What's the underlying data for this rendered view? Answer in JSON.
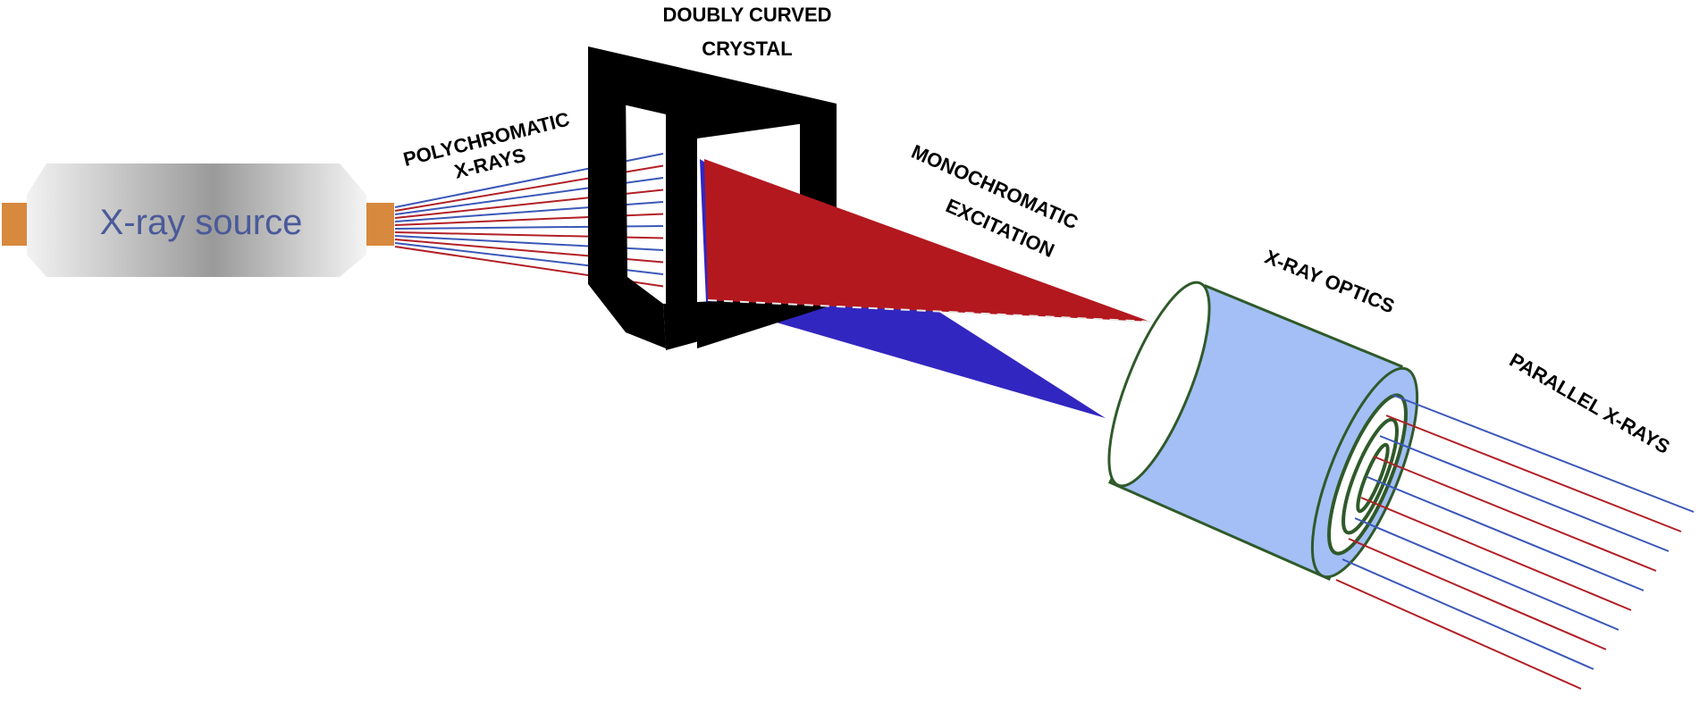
{
  "source": {
    "label": "X-ray source"
  },
  "labels": {
    "polychromatic_line1": "POLYCHROMATIC",
    "polychromatic_line2": "X-RAYS",
    "crystal_line1": "DOUBLY CURVED",
    "crystal_line2": "CRYSTAL",
    "mono_line1": "MONOCHROMATIC",
    "mono_line2": "EXCITATION",
    "optics": "X-RAY OPTICS",
    "parallel": "PARALLEL X-RAYS"
  },
  "colors": {
    "ray_red": "#b22026",
    "ray_blue": "#3b58b8",
    "crystal_frame": "#000000",
    "mono_red": "#b3181f",
    "mono_blue": "#3226c0",
    "optics_fill": "#a3bff5",
    "optics_outline": "#2f5a2a",
    "source_cap": "#d7893e"
  }
}
